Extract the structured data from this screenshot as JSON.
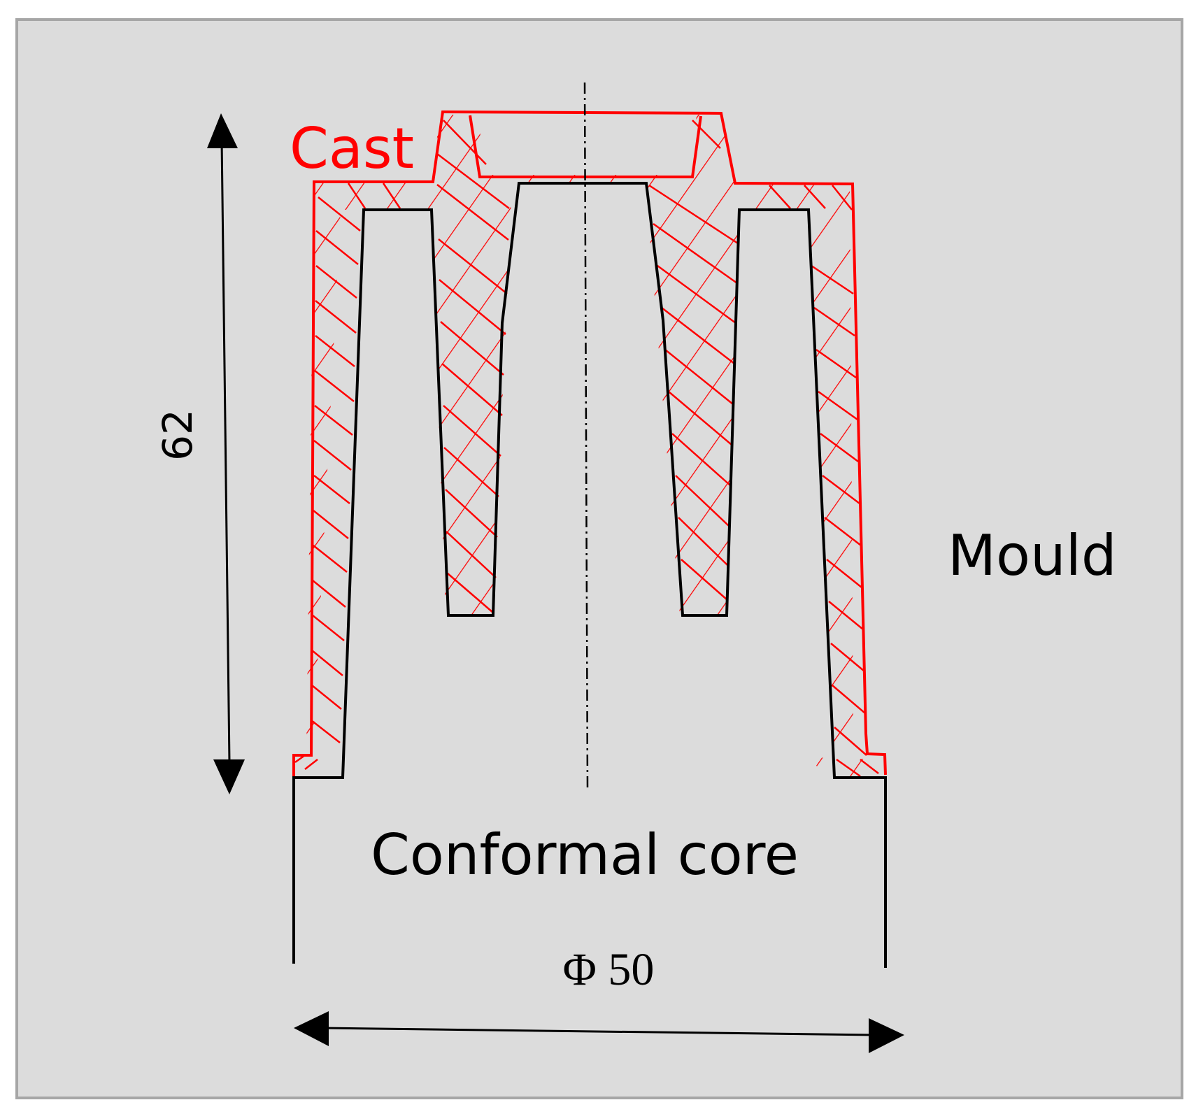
{
  "labels": {
    "cast": "Cast",
    "mould": "Mould",
    "core": "Conformal core"
  },
  "dimensions": {
    "height": "62",
    "diameter": "Φ 50"
  },
  "colors": {
    "background": "#dcdcdc",
    "frame": "#a6a6a6",
    "cast": "#ff0000",
    "outline": "#000000"
  }
}
